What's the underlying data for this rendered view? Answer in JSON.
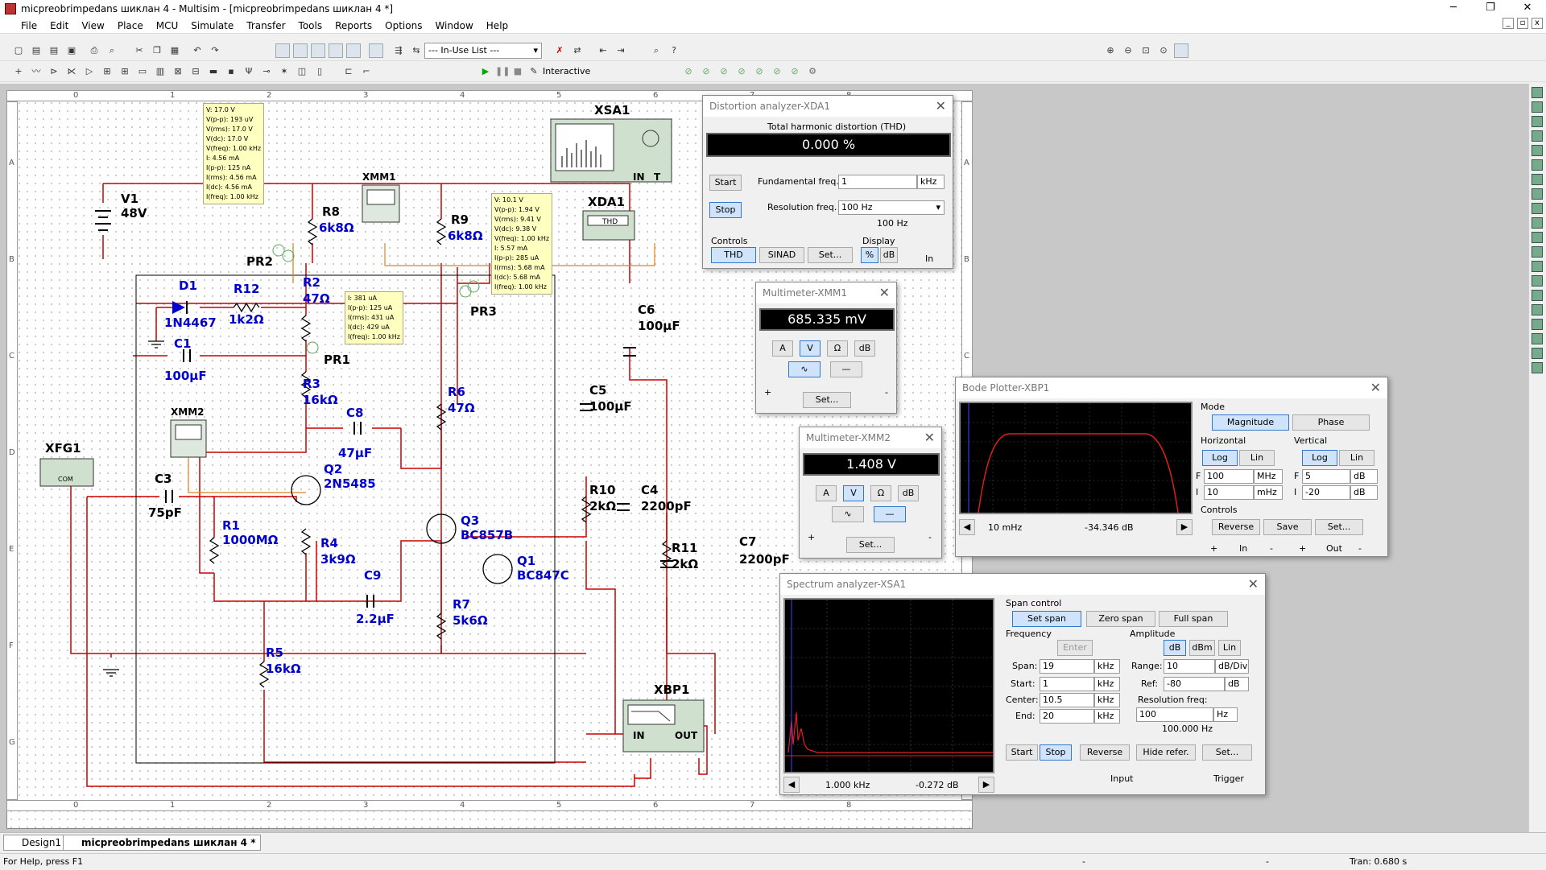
{
  "window": {
    "title": "micpreobrimpedans шиклан 4 - Multisim - [micpreobrimpedans шиклан 4 *]",
    "minimize": "─",
    "maximize": "❐",
    "close": "✕"
  },
  "menu": [
    "File",
    "Edit",
    "View",
    "Place",
    "MCU",
    "Simulate",
    "Transfer",
    "Tools",
    "Reports",
    "Options",
    "Window",
    "Help"
  ],
  "toolbar": {
    "inuse_list": "--- In-Use List ---",
    "interactive": "Interactive"
  },
  "ruler": {
    "cols": [
      "0",
      "1",
      "2",
      "3",
      "4",
      "5",
      "6",
      "7",
      "8"
    ],
    "rows": [
      "A",
      "B",
      "C",
      "D",
      "E",
      "F",
      "G"
    ]
  },
  "components": {
    "V1": {
      "name": "V1",
      "value": "48V"
    },
    "R8": {
      "name": "R8",
      "value": "6k8Ω"
    },
    "R9": {
      "name": "R9",
      "value": "6k8Ω"
    },
    "XMM1": {
      "name": "XMM1"
    },
    "XSA1": {
      "name": "XSA1",
      "in": "IN",
      "t": "T"
    },
    "XDA1": {
      "name": "XDA1",
      "label": "THD"
    },
    "PR2": {
      "name": "PR2"
    },
    "PR1": {
      "name": "PR1"
    },
    "PR3": {
      "name": "PR3"
    },
    "D1": {
      "name": "D1",
      "value": "1N4467"
    },
    "R12": {
      "name": "R12",
      "value": "1k2Ω"
    },
    "R2": {
      "name": "R2",
      "value": "47Ω"
    },
    "C1": {
      "name": "C1",
      "value": "100µF"
    },
    "R3": {
      "name": "R3",
      "value": "16kΩ"
    },
    "C6": {
      "name": "C6",
      "value": "100µF"
    },
    "C5": {
      "name": "C5",
      "value": "100µF"
    },
    "R6": {
      "name": "R6",
      "value": "47Ω"
    },
    "C8": {
      "name": "C8",
      "value": "47µF"
    },
    "XMM2": {
      "name": "XMM2"
    },
    "XFG1": {
      "name": "XFG1",
      "com": "COM"
    },
    "C3": {
      "name": "C3",
      "value": "75pF"
    },
    "Q2": {
      "name": "Q2",
      "value": "2N5485"
    },
    "R1": {
      "name": "R1",
      "value": "1000MΩ"
    },
    "R4": {
      "name": "R4",
      "value": "3k9Ω"
    },
    "C9": {
      "name": "C9",
      "value": "2.2µF"
    },
    "R5": {
      "name": "R5",
      "value": "16kΩ"
    },
    "Q3": {
      "name": "Q3",
      "value": "BC857B"
    },
    "Q1": {
      "name": "Q1",
      "value": "BC847C"
    },
    "R7": {
      "name": "R7",
      "value": "5k6Ω"
    },
    "R10": {
      "name": "R10",
      "value": "2kΩ"
    },
    "C4": {
      "name": "C4",
      "value": "2200pF"
    },
    "R11": {
      "name": "R11",
      "value": "2kΩ"
    },
    "C7": {
      "name": "C7",
      "value": "2200pF"
    },
    "XBP1": {
      "name": "XBP1",
      "in": "IN",
      "out": "OUT"
    }
  },
  "probes": {
    "pr2": [
      "V: 17.0 V",
      "V(p-p): 193 uV",
      "V(rms): 17.0 V",
      "V(dc): 17.0 V",
      "V(freq): 1.00 kHz",
      "I: 4.56 mA",
      "I(p-p): 125 nA",
      "I(rms): 4.56 mA",
      "I(dc): 4.56 mA",
      "I(freq): 1.00 kHz"
    ],
    "pr3": [
      "V: 10.1 V",
      "V(p-p): 1.94 V",
      "V(rms): 9.41 V",
      "V(dc): 9.38 V",
      "V(freq): 1.00 kHz",
      "I: 5.57 mA",
      "I(p-p): 285 uA",
      "I(rms): 5.68 mA",
      "I(dc): 5.68 mA",
      "I(freq): 1.00 kHz"
    ],
    "pr1": [
      "I: 381 uA",
      "I(p-p): 125 uA",
      "I(rms): 431 uA",
      "I(dc): 429 uA",
      "I(freq): 1.00 kHz"
    ]
  },
  "distortion": {
    "title": "Distortion analyzer-XDA1",
    "thd_label": "Total harmonic distortion (THD)",
    "value": "0.000 %",
    "start": "Start",
    "stop": "Stop",
    "fund_label": "Fundamental freq.",
    "fund_value": "1",
    "fund_unit": "kHz",
    "res_label": "Resolution freq.",
    "res_value": "100 Hz",
    "res_display": "100 Hz",
    "controls": "Controls",
    "display": "Display",
    "thd": "THD",
    "sinad": "SINAD",
    "set": "Set...",
    "pct": "%",
    "db": "dB",
    "in": "In"
  },
  "mm1": {
    "title": "Multimeter-XMM1",
    "value": "685.335 mV",
    "a": "A",
    "v": "V",
    "ohm": "Ω",
    "db": "dB",
    "set": "Set...",
    "plus": "+",
    "minus": "-"
  },
  "mm2": {
    "title": "Multimeter-XMM2",
    "value": "1.408 V",
    "a": "A",
    "v": "V",
    "ohm": "Ω",
    "db": "dB",
    "set": "Set...",
    "plus": "+",
    "minus": "-"
  },
  "bode": {
    "title": "Bode Plotter-XBP1",
    "mode": "Mode",
    "magnitude": "Magnitude",
    "phase": "Phase",
    "horizontal": "Horizontal",
    "vertical": "Vertical",
    "log": "Log",
    "lin": "Lin",
    "hf": "100",
    "hf_unit": "MHz",
    "hi": "10",
    "hi_unit": "mHz",
    "vf": "5",
    "vf_unit": "dB",
    "vi": "-20",
    "vi_unit": "dB",
    "f": "F",
    "i": "I",
    "controls": "Controls",
    "reverse": "Reverse",
    "save": "Save",
    "set": "Set...",
    "cursor_x": "10 mHz",
    "cursor_y": "-34.346 dB",
    "in": "In",
    "out": "Out",
    "plus": "+",
    "minus": "-"
  },
  "spectrum": {
    "title": "Spectrum analyzer-XSA1",
    "span_control": "Span control",
    "set_span": "Set span",
    "zero_span": "Zero span",
    "full_span": "Full span",
    "frequency": "Frequency",
    "enter": "Enter",
    "span": "Span:",
    "span_v": "19",
    "start": "Start:",
    "start_v": "1",
    "center": "Center:",
    "center_v": "10.5",
    "end": "End:",
    "end_v": "20",
    "khz": "kHz",
    "amplitude": "Amplitude",
    "db": "dB",
    "dbm": "dBm",
    "lin": "Lin",
    "range": "Range:",
    "range_v": "10",
    "range_u": "dB/Div",
    "ref": "Ref:",
    "ref_v": "-80",
    "ref_u": "dB",
    "resfreq": "Resolution freq:",
    "res_v": "100",
    "res_u": "Hz",
    "res_disp": "100.000  Hz",
    "start_btn": "Start",
    "stop_btn": "Stop",
    "reverse": "Reverse",
    "hide_ref": "Hide refer.",
    "set": "Set...",
    "input": "Input",
    "trigger": "Trigger",
    "cursor_x": "1.000 kHz",
    "cursor_y": "-0.272  dB"
  },
  "tabs": [
    "Design1",
    "micpreobrimpedans шиклан 4 *"
  ],
  "status": {
    "help": "For Help, press F1",
    "dash1": "-",
    "dash2": "-",
    "tran": "Tran: 0.680 s"
  },
  "colors": {
    "wire_red": "#cc0000",
    "label_blue": "#0000cc",
    "probe_bg": "#ffffc0"
  }
}
